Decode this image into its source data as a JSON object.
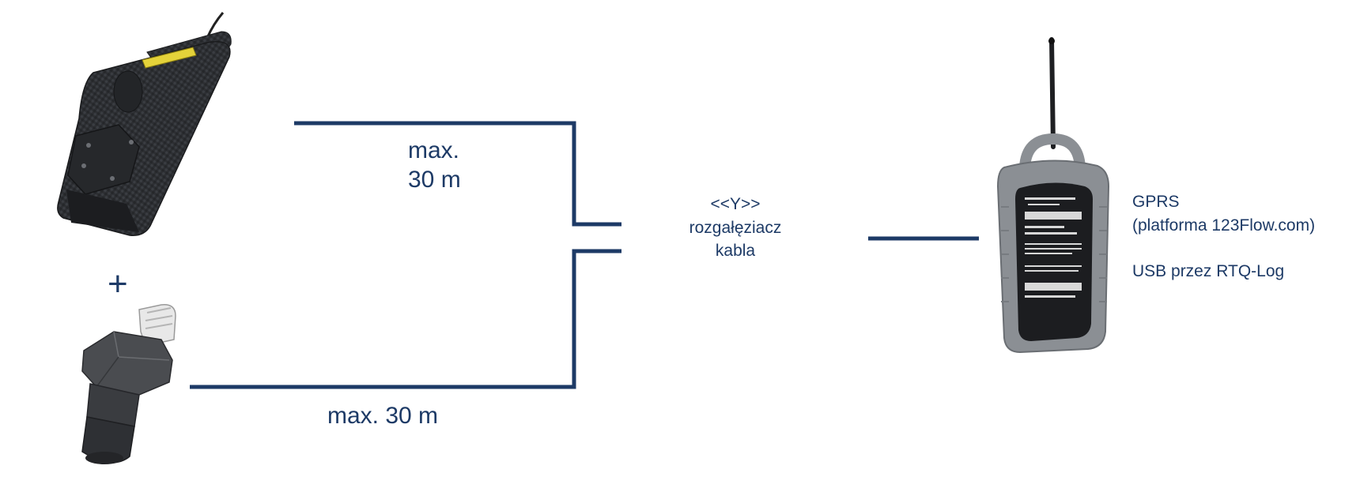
{
  "colors": {
    "line": "#1d3a66",
    "text": "#1d3a66",
    "device_dark": "#2a2c30",
    "logger_body": "#8b8f94"
  },
  "labels": {
    "top_max": "max.",
    "top_len": "30 m",
    "bottom_len": "max. 30 m",
    "plus": "+",
    "splitter_line1": "<<Y>>",
    "splitter_line2": "rozgałęziacz",
    "splitter_line3": "kabla",
    "gprs_line1": "GPRS",
    "gprs_line2": "(platforma 123Flow.com)",
    "usb_line": "USB przez  RTQ-Log"
  },
  "images": {
    "sensor_top": "flow-sensor-device",
    "sensor_bottom": "pressure-sensor-device",
    "logger": "gprs-logger-device"
  }
}
